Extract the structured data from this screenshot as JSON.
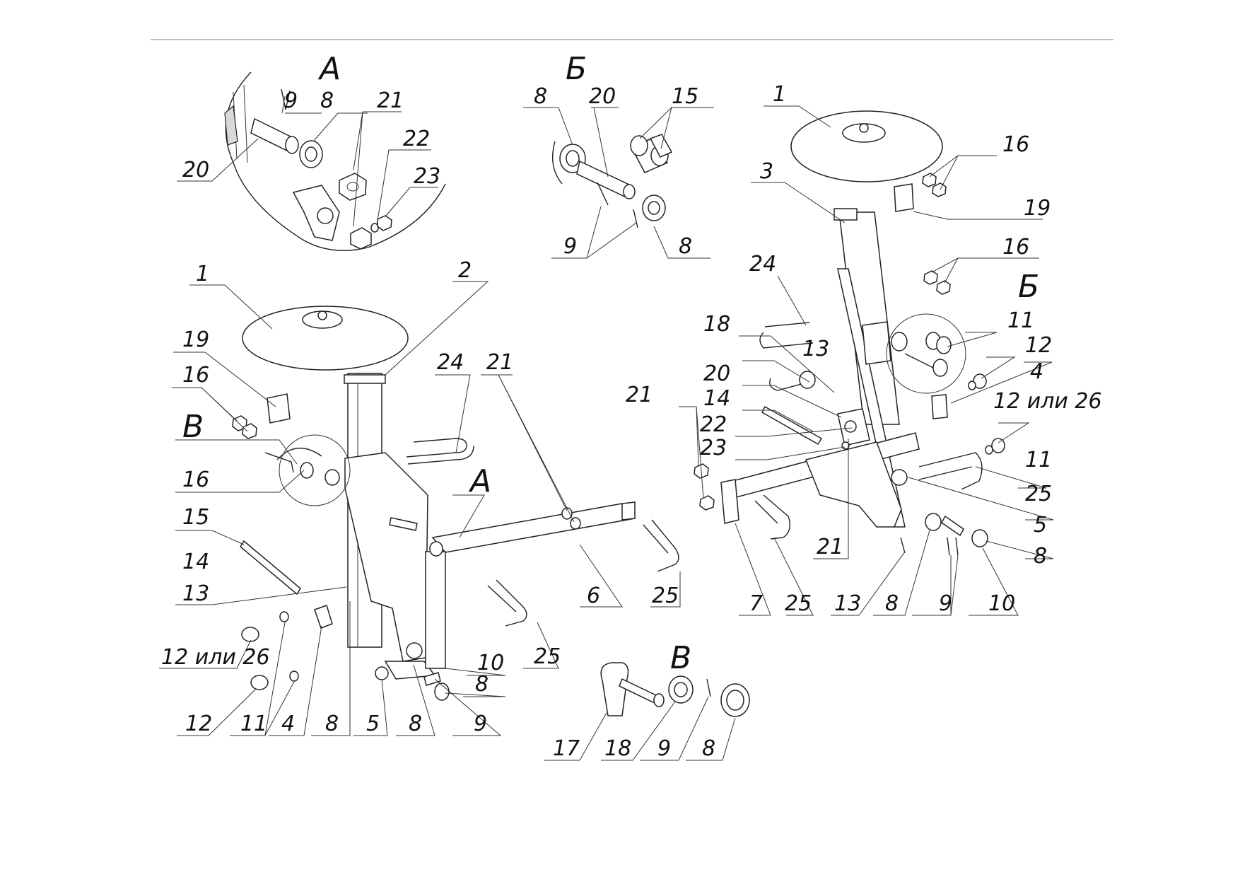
{
  "views": {
    "a": "А",
    "b": "Б",
    "v": "В"
  },
  "labels": {
    "a_9": "9",
    "a_8": "8",
    "a_21": "21",
    "a_22": "22",
    "a_23": "23",
    "a_20": "20",
    "b_8top": "8",
    "b_20": "20",
    "b_15": "15",
    "b_9": "9",
    "b_8bot": "8",
    "l_1": "1",
    "l_2": "2",
    "l_19": "19",
    "l_16a": "16",
    "l_24": "24",
    "l_21": "21",
    "l_16b": "16",
    "l_15": "15",
    "l_14": "14",
    "l_13": "13",
    "l_a": "А",
    "l_v": "В",
    "l_12or26": "12 или 26",
    "l_12": "12",
    "l_11": "11",
    "l_4": "4",
    "l_8a": "8",
    "l_5": "5",
    "l_8b": "8",
    "l_9": "9",
    "l_10": "10",
    "l_8c": "8",
    "l_6": "6",
    "l_25a": "25",
    "l_25b": "25",
    "r_1": "1",
    "r_3": "3",
    "r_16a": "16",
    "r_19": "19",
    "r_24": "24",
    "r_16b": "16",
    "r_b": "Б",
    "r_11a": "11",
    "r_12": "12",
    "r_4": "4",
    "r_12or26": "12 или 26",
    "r_11b": "11",
    "r_25a": "25",
    "r_5": "5",
    "r_8a": "8",
    "r_18": "18",
    "r_13a": "13",
    "r_20": "20",
    "r_14": "14",
    "r_21a": "21",
    "r_22": "22",
    "r_23": "23",
    "r_7": "7",
    "r_25b": "25",
    "r_21b": "21",
    "r_13b": "13",
    "r_8b": "8",
    "r_9": "9",
    "r_10": "10",
    "v_17": "17",
    "v_18": "18",
    "v_9": "9",
    "v_8": "8"
  }
}
